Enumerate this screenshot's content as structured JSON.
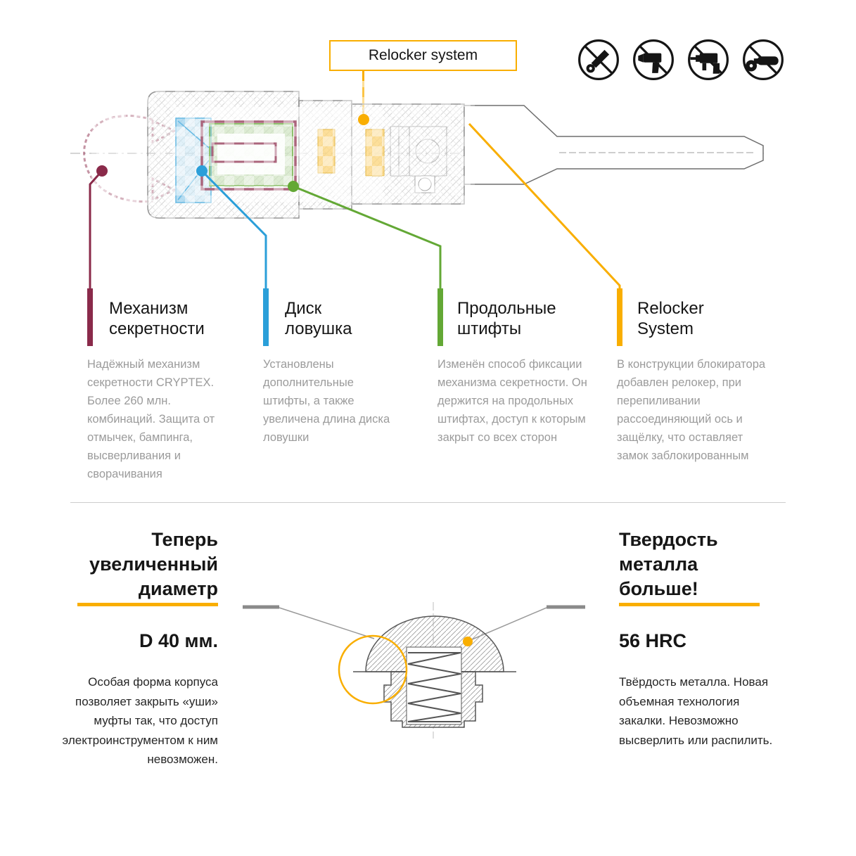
{
  "colors": {
    "accent_yellow": "#F9AE00",
    "maroon": "#8A2A4A",
    "blue": "#2B9FD9",
    "green": "#63A835",
    "body_gray": "#9B9B9B",
    "dark_text": "#1A1A1A"
  },
  "relocker_label": "Relocker system",
  "prohibited_icons": [
    "no-die-grinder-icon",
    "no-drill-icon",
    "no-hammer-drill-icon",
    "no-angle-grinder-icon"
  ],
  "callouts": [
    {
      "title": "Механизм\nсекретности",
      "body": "Надёжный механизм секретности CRYPTEX. Более 260 млн. комбинаций. Защита от отмычек, бампинга, высверливания и сворачивания",
      "color": "#8A2A4A"
    },
    {
      "title": "Диск\nловушка",
      "body": "Установлены дополнительные штифты, а также увеличена длина диска ловушки",
      "color": "#2B9FD9"
    },
    {
      "title": "Продольные\nштифты",
      "body": "Изменён способ фиксации механизма секретности. Он держится на продольных штифтах, доступ к которым закрыт со всех сторон",
      "color": "#63A835"
    },
    {
      "title": "Relocker\nSystem",
      "body": "В конструкции блокиратора добавлен релокер, при перепиливании рассоединяющий ось и защёлку, что оставляет замок заблокированным",
      "color": "#F9AE00"
    }
  ],
  "diameter": {
    "title": "Теперь\nувеличенный\nдиаметр",
    "value": "D 40 мм.",
    "body": "Особая форма корпуса позволяет закрыть «уши» муфты так, что доступ электроинструментом к ним невозможен."
  },
  "hardness": {
    "title": "Твердость\nметалла\nбольше!",
    "value": "56 HRC",
    "body": "Твёрдость металла. Новая объемная технология закалки. Невозможно высверлить или распилить."
  }
}
